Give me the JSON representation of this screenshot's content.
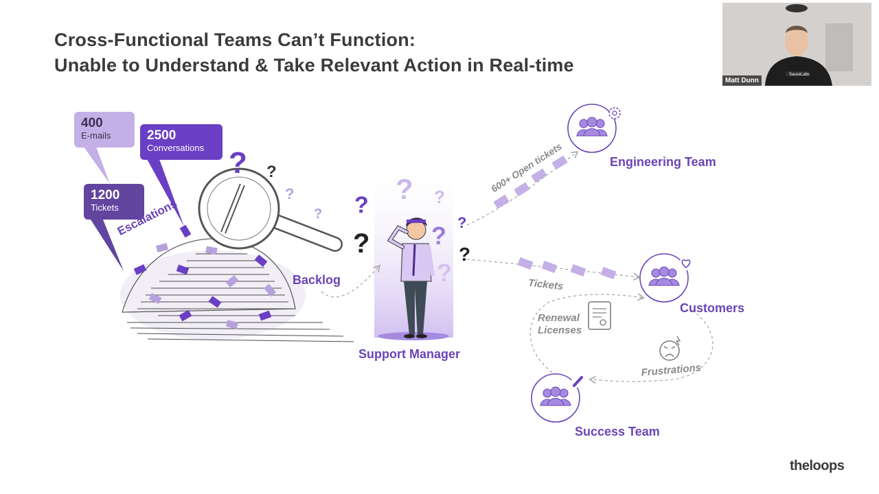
{
  "slide": {
    "title_line1": "Cross-Functional Teams Can’t Function:",
    "title_line2": "Unable to Understand & Take Relevant Action in Real-time"
  },
  "stats": {
    "emails": {
      "value": "400",
      "label": "E-mails"
    },
    "conversations": {
      "value": "2500",
      "label": "Conversations"
    },
    "tickets": {
      "value": "1200",
      "label": "Tickets"
    }
  },
  "labels": {
    "escalations": "Escalations",
    "backlog": "Backlog",
    "support_manager": "Support Manager",
    "engineering_team": "Engineering Team",
    "customers": "Customers",
    "success_team": "Success Team",
    "open_tickets": "600+ Open tickets",
    "tickets_flow": "Tickets",
    "renewal_line1": "Renewal",
    "renewal_line2": "Licenses",
    "frustrations": "Frustrations"
  },
  "webcam": {
    "name": "Matt Dunn",
    "shirt_text": "SauceLabs"
  },
  "brand": {
    "logo": "theloops"
  },
  "colors": {
    "accent": "#6a44b8",
    "light_purple": "#c4b0e6",
    "dark_purple": "#62459e",
    "title": "#3b3b3b"
  },
  "icons": [
    "gear-icon",
    "heart-icon",
    "pencil-icon",
    "chat-icon",
    "ticket-icon",
    "certificate-icon",
    "frustrated-face-icon",
    "magnifying-glass-icon",
    "question-mark-icon",
    "team-icon"
  ]
}
